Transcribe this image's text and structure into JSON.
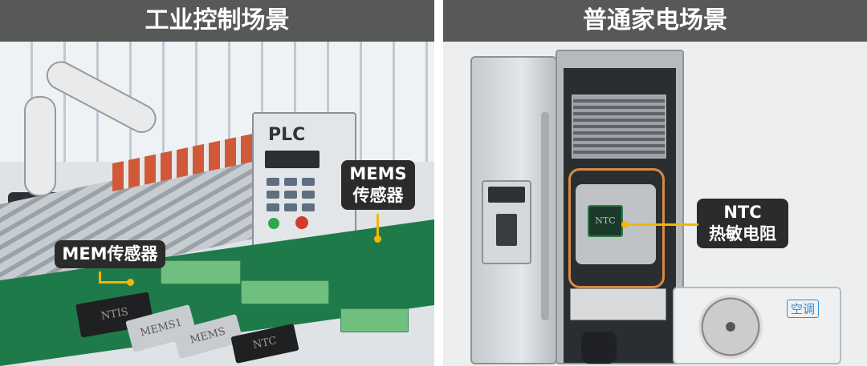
{
  "left_panel": {
    "title": "工业控制场景",
    "plc_label": "PLC",
    "callout_mems": {
      "line1": "MEMS",
      "line2": "传感器"
    },
    "callout_mem": "MEM传感器",
    "chips": [
      "NTIS",
      "MEMS1",
      "MEMS",
      "NTC"
    ]
  },
  "right_panel": {
    "title": "普通家电场景",
    "callout_ntc": {
      "line1": "NTC",
      "line2": "热敏电阻"
    },
    "chip": "NTC",
    "ac_label": "空调"
  },
  "colors": {
    "header": "#575959",
    "callout": "#2b2b2b",
    "leader": "#f2b705",
    "pcb": "#1f7a4a"
  }
}
